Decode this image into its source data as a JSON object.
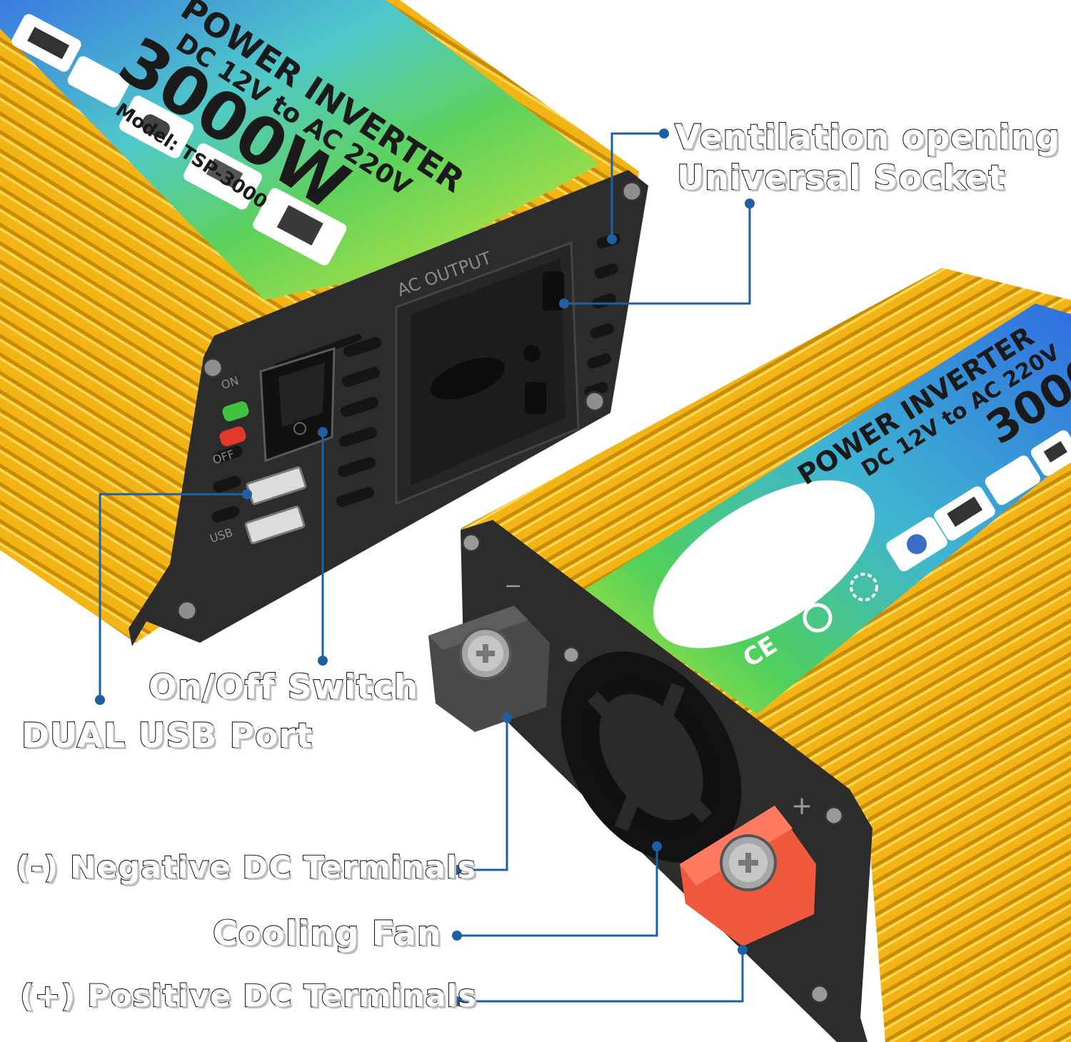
{
  "product": {
    "title": "POWER INVERTER",
    "subtitle": "DC 12V to AC 220V",
    "wattage": "3000W",
    "model": "Model: TSP-3000",
    "wattage_partial": "3000",
    "body_color": "#f2b415",
    "panel_color": "#2c2c2c"
  },
  "panel_labels": {
    "ac_output": "AC OUTPUT",
    "on": "ON",
    "off": "OFF",
    "usb": "USB",
    "minus": "−",
    "plus": "+",
    "ce_mark": "CE"
  },
  "callouts": {
    "ventilation": "Ventilation opening",
    "socket": "Universal Socket",
    "switch": "On/Off Switch",
    "usb": "DUAL USB Port",
    "negative": "(-) Negative DC Terminals",
    "fan": "Cooling Fan",
    "positive": "(+) Positive DC Terminals"
  },
  "colors": {
    "leader_line": "#1f5fa6",
    "led_on": "#3ec43e",
    "led_off": "#e23a2a",
    "terminal_positive": "#f0593e",
    "terminal_negative": "#4a4a4a"
  }
}
